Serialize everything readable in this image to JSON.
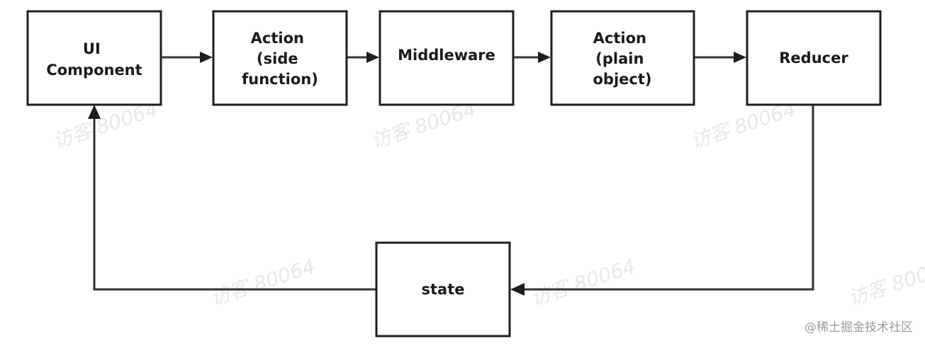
{
  "nodes": {
    "ui_component": {
      "lines": [
        "UI",
        "Component"
      ]
    },
    "action_side": {
      "lines": [
        "Action",
        "(side",
        "function)"
      ]
    },
    "middleware": {
      "lines": [
        "Middleware"
      ]
    },
    "action_plain": {
      "lines": [
        "Action",
        "(plain",
        "object)"
      ]
    },
    "reducer": {
      "lines": [
        "Reducer"
      ]
    },
    "state": {
      "lines": [
        "state"
      ]
    }
  },
  "watermark": {
    "text": "访客 80064"
  },
  "credit": {
    "text": "@稀土掘金技术社区"
  },
  "colors": {
    "box_border": "#1e1e1e",
    "line": "#333333",
    "watermark": "#e8e8e8",
    "credit": "#9a9a9a"
  }
}
